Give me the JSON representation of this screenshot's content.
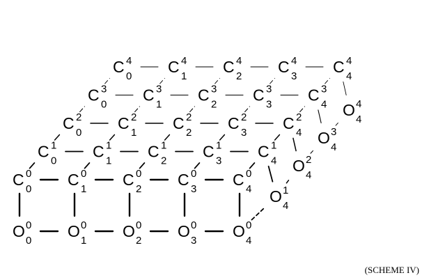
{
  "caption": "(SCHEME IV)",
  "scheme": {
    "carbon_symbol": "C",
    "oxygen_symbol": "O",
    "layers": [
      {
        "label": "C^0",
        "c": [
          "0",
          "1",
          "2",
          "3",
          "4"
        ],
        "o": [
          "0",
          "1",
          "2",
          "3",
          "4"
        ]
      },
      {
        "label": "C^1",
        "c": [
          "0",
          "1",
          "2",
          "3",
          "4"
        ]
      },
      {
        "label": "C^2",
        "c": [
          "0",
          "1",
          "2",
          "3",
          "4"
        ]
      },
      {
        "label": "C^3",
        "c": [
          "0",
          "1",
          "2",
          "3",
          "4"
        ]
      },
      {
        "label": "C^4",
        "c": [
          "0",
          "1",
          "2",
          "3",
          "4"
        ]
      }
    ],
    "side_oxygens": [
      {
        "sup": "1",
        "sub": "4"
      },
      {
        "sup": "2",
        "sub": "4"
      },
      {
        "sup": "3",
        "sub": "4"
      },
      {
        "sup": "4",
        "sub": "4"
      }
    ]
  }
}
